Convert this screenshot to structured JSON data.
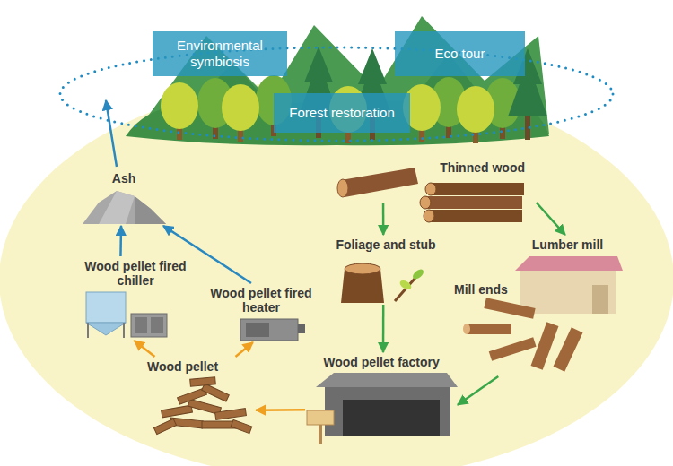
{
  "diagram": {
    "nodes": [
      {
        "text": [
          "Environmental symbiosis"
        ]
      },
      {
        "text": [
          "Eco tour"
        ]
      },
      {
        "text": [
          "Forest restoration"
        ]
      },
      {
        "text": [
          "Ash"
        ]
      },
      {
        "text": [
          "Thinned wood"
        ]
      },
      {
        "text": [
          "Foliage and stub"
        ]
      },
      {
        "text": [
          "Lumber mill"
        ]
      },
      {
        "text": [
          "Mill ends"
        ]
      },
      {
        "text": [
          "Wood pellet fired chiller"
        ]
      },
      {
        "text": [
          "Wood pellet fired heater"
        ]
      },
      {
        "text": [
          "Wood pellet factory"
        ]
      },
      {
        "text": [
          "Wood pellet"
        ]
      }
    ],
    "edges": [
      {
        "from": 4,
        "to": 5,
        "arrow": "to"
      },
      {
        "from": 4,
        "to": 6,
        "arrow": "to"
      },
      {
        "from": 5,
        "to": 10,
        "arrow": "to"
      },
      {
        "from": 7,
        "to": 10,
        "arrow": "to"
      },
      {
        "from": 10,
        "to": 11,
        "arrow": "to"
      },
      {
        "from": 11,
        "to": 8,
        "arrow": "to"
      },
      {
        "from": 11,
        "to": 9,
        "arrow": "to"
      },
      {
        "from": 8,
        "to": 3,
        "arrow": "to"
      },
      {
        "from": 9,
        "to": 3,
        "arrow": "to"
      }
    ]
  }
}
